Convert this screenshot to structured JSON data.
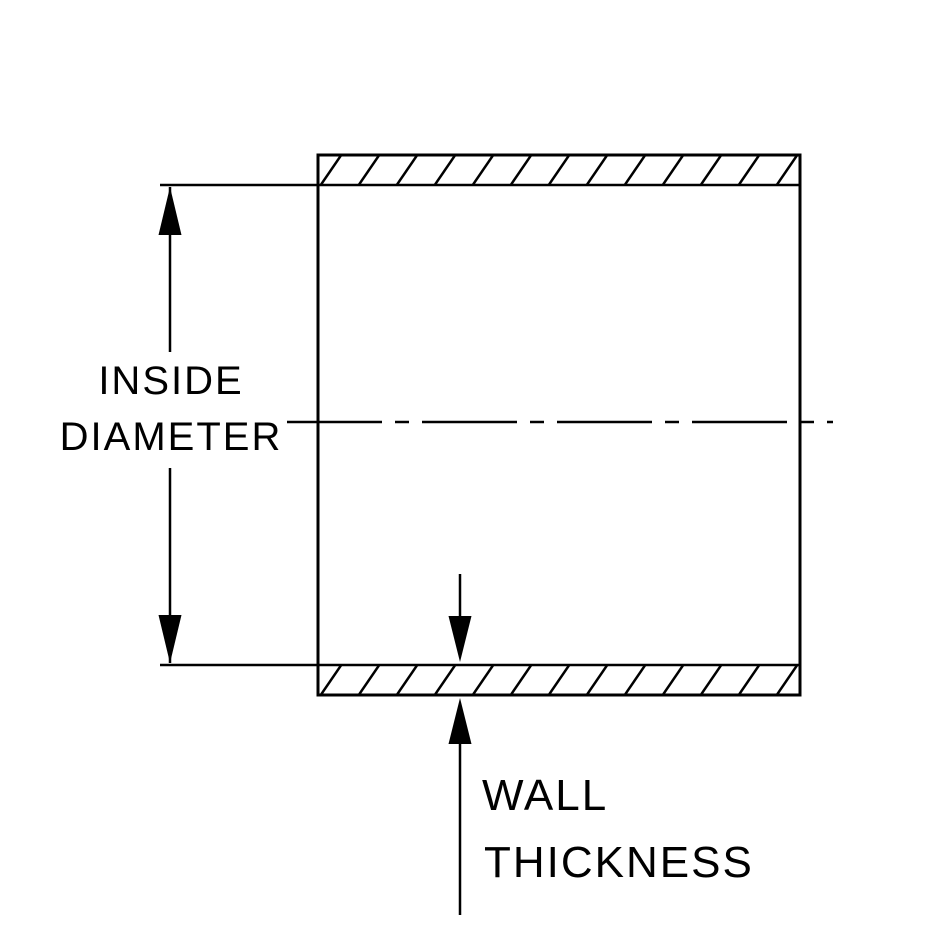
{
  "diagram": {
    "type": "technical-drawing",
    "description": "Tube / hose cross-section with inside diameter and wall thickness dimension callouts",
    "labels": {
      "inside_diameter": {
        "line1": "INSIDE",
        "line2": "DIAMETER"
      },
      "wall_thickness": {
        "line1": "WALL",
        "line2": "THICKNESS"
      }
    },
    "colors": {
      "line": "#000000",
      "background": "#ffffff"
    }
  }
}
